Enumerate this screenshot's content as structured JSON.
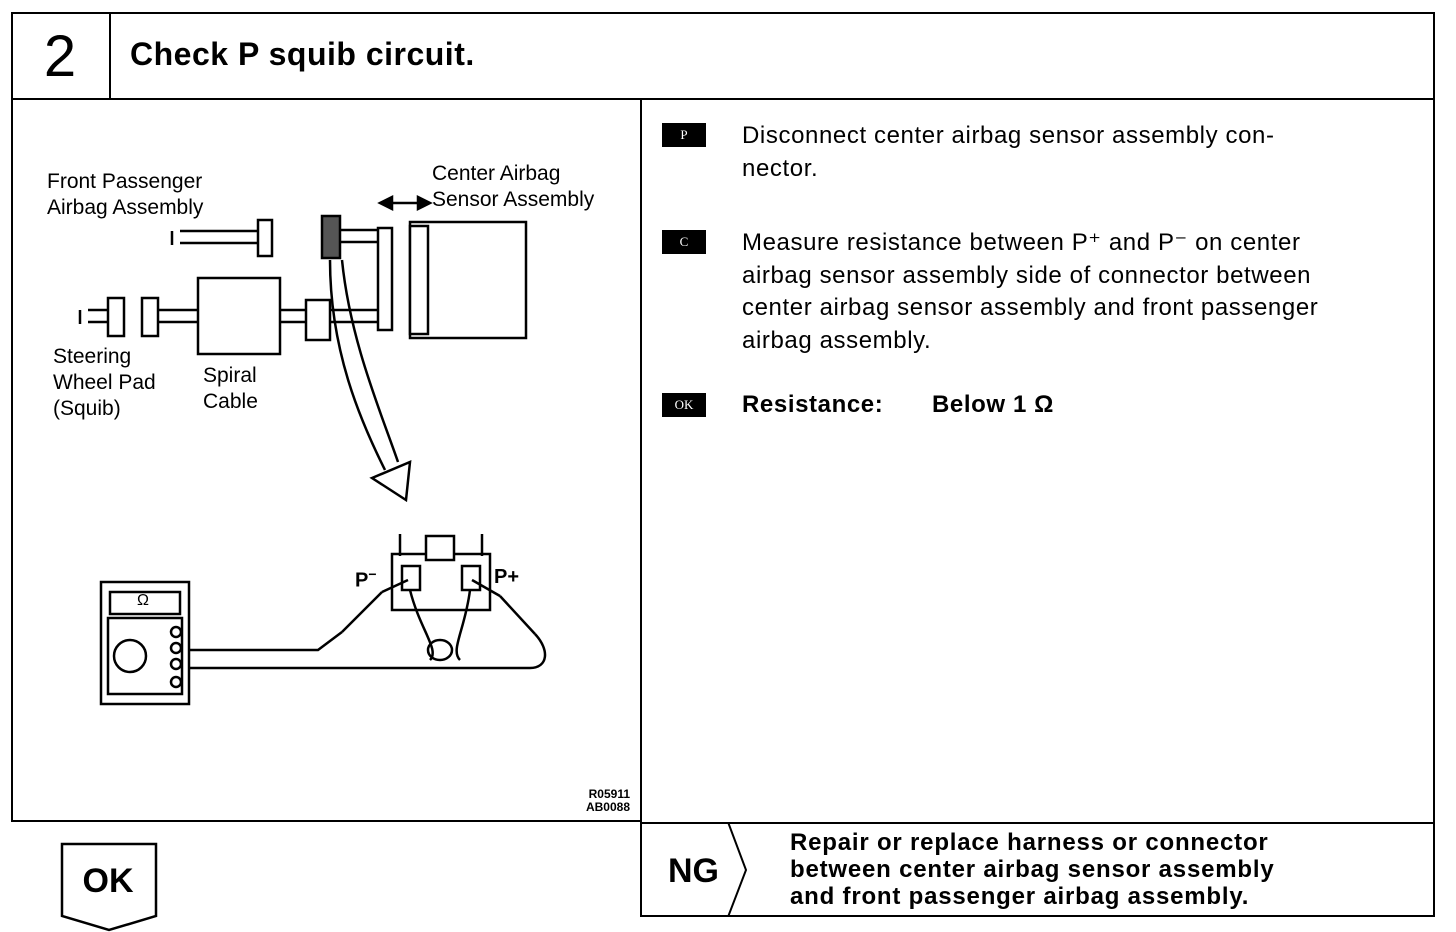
{
  "header": {
    "step_number": "2",
    "title": "Check P squib circuit."
  },
  "diagram": {
    "labels": {
      "front_passenger": "Front Passenger\nAirbag Assembly",
      "center_airbag": "Center Airbag\nSensor Assembly",
      "steering": "Steering\nWheel Pad\n(Squib)",
      "spiral": "Spiral\nCable",
      "p_minus": "P",
      "p_minus_sup": "−",
      "p_plus": "P+",
      "ohm": "Ω"
    },
    "codes": "R05911\nAB0088"
  },
  "instructions": [
    {
      "badge": "P",
      "text": "Disconnect center airbag sensor assembly con-\nnector."
    },
    {
      "badge": "C",
      "text": "Measure resistance between P⁺ and P⁻ on center\nairbag sensor assembly side of connector between\ncenter airbag sensor assembly and front passenger\nairbag assembly."
    },
    {
      "badge": "OK",
      "label": "Resistance:",
      "value": "Below 1 Ω"
    }
  ],
  "results": {
    "ok_label": "OK",
    "ng_label": "NG",
    "ng_text": "Repair or replace harness or connector\nbetween center airbag sensor assembly\nand front passenger airbag assembly."
  }
}
